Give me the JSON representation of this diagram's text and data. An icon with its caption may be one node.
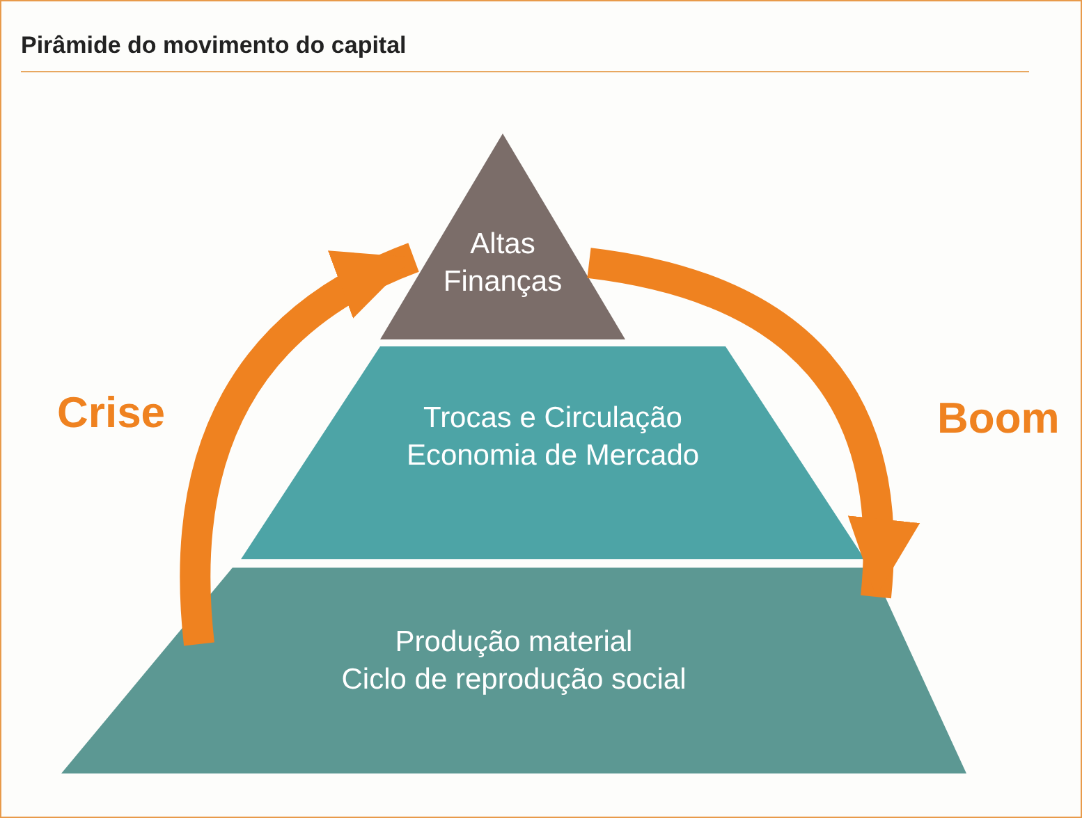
{
  "diagram": {
    "title": "Pirâmide do movimento do capital",
    "nodes": [
      {
        "text": [
          "Altas Finanças"
        ]
      },
      {
        "text": [
          "Trocas e Circulação",
          "Economia de Mercado"
        ]
      },
      {
        "text": [
          "Produção material",
          "Ciclo de reprodução social"
        ]
      }
    ],
    "edges": [
      {
        "from": 2,
        "to": 0,
        "arrow": "to",
        "label": "Crise"
      },
      {
        "from": 0,
        "to": 2,
        "arrow": "to",
        "label": "Boom"
      }
    ]
  }
}
